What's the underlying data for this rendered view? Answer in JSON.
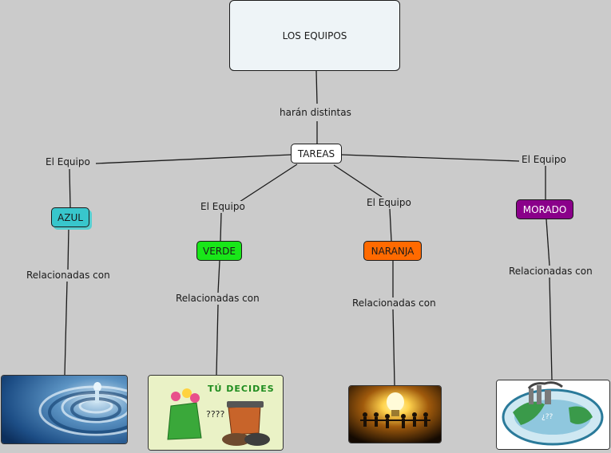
{
  "main_concept": "LOS EQUIPOS",
  "link_main": "harán distintas",
  "central_concept": "TAREAS",
  "team_link": "El Equipo",
  "relation_link": "Relacionadas con",
  "teams": [
    {
      "name": "AZUL",
      "color": "#38c6cc",
      "image_icon": "water-drop-image"
    },
    {
      "name": "VERDE",
      "color": "#19e619",
      "image_icon": "recycling-image"
    },
    {
      "name": "NARANJA",
      "color": "#ff6a00",
      "image_icon": "lightbulb-people-image"
    },
    {
      "name": "MORADO",
      "color": "#8a008a",
      "image_icon": "world-pollution-image"
    }
  ],
  "image_text": {
    "tu_decides": "TÚ DECIDES"
  }
}
